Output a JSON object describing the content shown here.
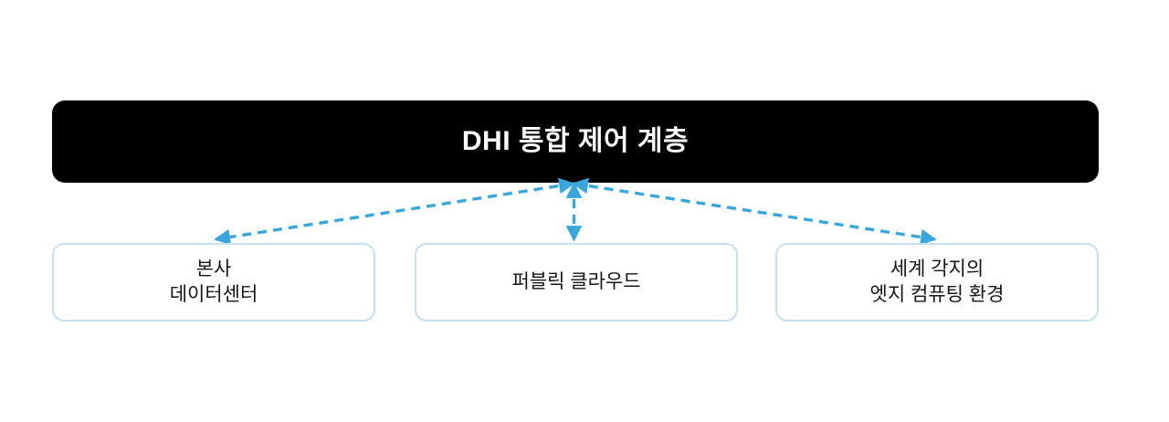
{
  "diagram": {
    "background_color": "#ffffff",
    "accent_color": "#3ba6dc",
    "border_color": "#c5e0ef",
    "header": {
      "title": "DHI 통합 제어 계층",
      "background_color": "#000000",
      "text_color": "#ffffff"
    },
    "nodes": [
      {
        "id": "headquarters-datacenter",
        "label": "본사\n데이터센터",
        "line1": "본사",
        "line2": "데이터센터"
      },
      {
        "id": "public-cloud",
        "label": "퍼블릭 클라우드",
        "line1": "퍼블릭 클라우드",
        "line2": ""
      },
      {
        "id": "global-edge-computing",
        "label": "세계 각지의\n엣지 컴퓨팅 환경",
        "line1": "세계 각지의",
        "line2": "엣지 컴퓨팅 환경"
      }
    ],
    "connectors": [
      {
        "id": "connector-hq",
        "from": "headquarters-datacenter",
        "to": "header",
        "style": "dashed",
        "direction": "bidirectional",
        "color": "#3ba6dc"
      },
      {
        "id": "connector-cloud",
        "from": "public-cloud",
        "to": "header",
        "style": "dashed",
        "direction": "bidirectional",
        "color": "#3ba6dc"
      },
      {
        "id": "connector-edge",
        "from": "global-edge-computing",
        "to": "header",
        "style": "dashed",
        "direction": "bidirectional",
        "color": "#3ba6dc"
      }
    ]
  }
}
